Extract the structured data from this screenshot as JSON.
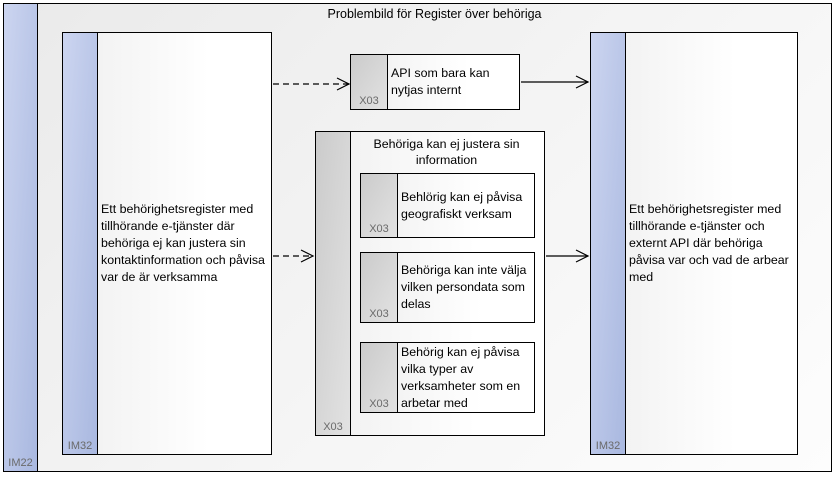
{
  "title": "Problembild för Register över behöriga",
  "outer_lane": {
    "label": "IM22"
  },
  "left_box": {
    "bar_label": "IM32",
    "text": "Ett behörighetsregister med tillhörande e-tjänster där behöriga ej kan justera sin kontaktinformation och påvisa var de är verksamma"
  },
  "api_box": {
    "bar_label": "X03",
    "text": "API som bara kan nytjas internt"
  },
  "group_box": {
    "bar_label": "X03",
    "title": "Behöriga kan ej justera sin information",
    "items": [
      {
        "bar_label": "X03",
        "text": "Behlörig kan ej påvisa geografiskt verksam"
      },
      {
        "bar_label": "X03",
        "text": "Behöriga kan inte välja vilken persondata som delas"
      },
      {
        "bar_label": "X03",
        "text": "Behörig kan ej påvisa vilka typer av verksamheter som en arbetar med"
      }
    ]
  },
  "right_box": {
    "bar_label": "IM32",
    "text": "Ett behörighetsregister med tillhörande e-tjänster och externt API där behöriga påvisa var och vad de arbear med"
  },
  "colors": {
    "blue_bar_start": "#ccd5f0",
    "blue_bar_end": "#a9b8e0",
    "gray_bar_start": "#cbcbcb",
    "gray_bar_end": "#e2e2e2",
    "label_text": "#6a6a6a",
    "line": "#000000"
  }
}
